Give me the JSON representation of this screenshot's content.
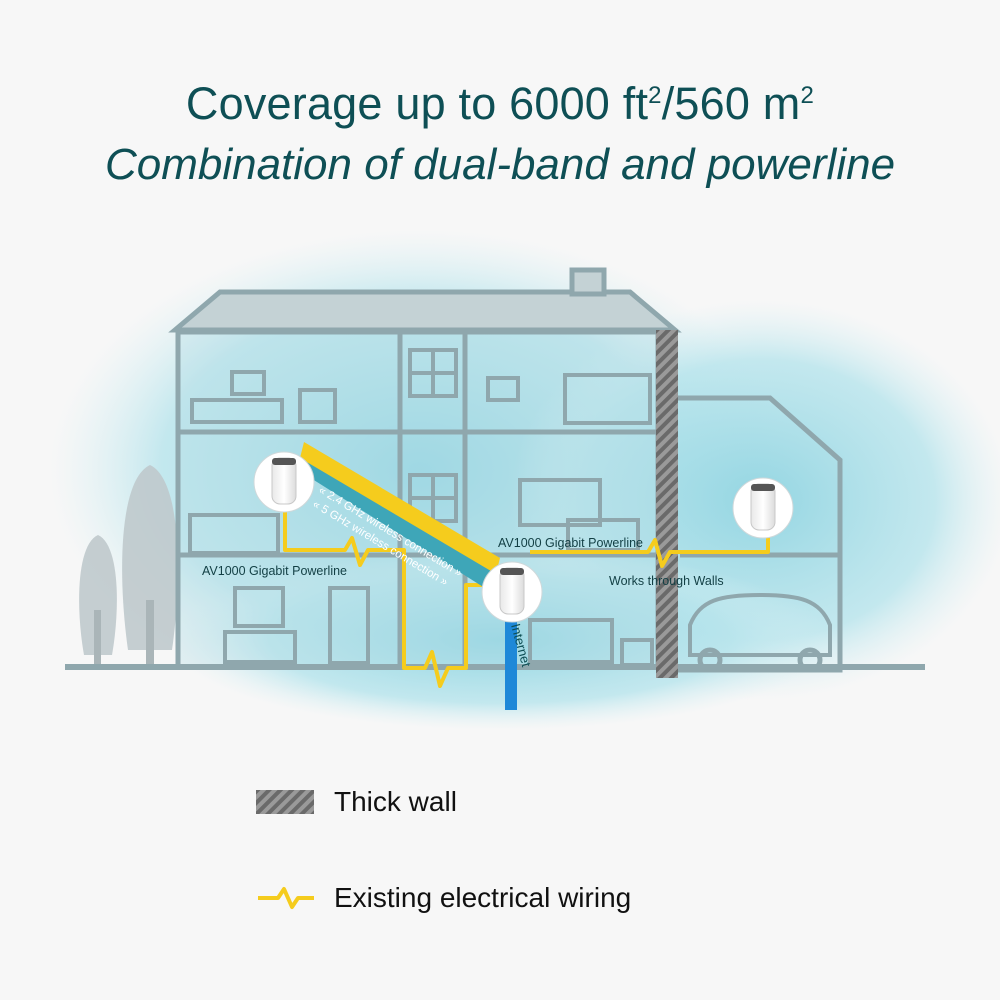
{
  "headline": {
    "coverage_prefix": "Coverage up to 6000 ft",
    "coverage_sup1": "2",
    "coverage_mid": "/560 m",
    "coverage_sup2": "2",
    "subtitle": "Combination of dual-band and powerline"
  },
  "diagram": {
    "label_24ghz": "« 2.4 GHz wireless connection »",
    "label_5ghz": "« 5 GHz wireless connection »",
    "label_powerline_left": "AV1000 Gigabit Powerline",
    "label_powerline_right": "AV1000 Gigabit Powerline",
    "label_walls": "Works through Walls",
    "label_internet": "Internet",
    "colors": {
      "wiring": "#f5cc1d",
      "band_24": "#f5cc1d",
      "band_5": "#3ea6b8",
      "internet": "#1e88d8",
      "house": "#8fa7ad",
      "coverage": "#a8dde6",
      "text_dark": "#0e4f55"
    }
  },
  "legend": {
    "thick_wall": "Thick wall",
    "wiring": "Existing electrical wiring"
  }
}
